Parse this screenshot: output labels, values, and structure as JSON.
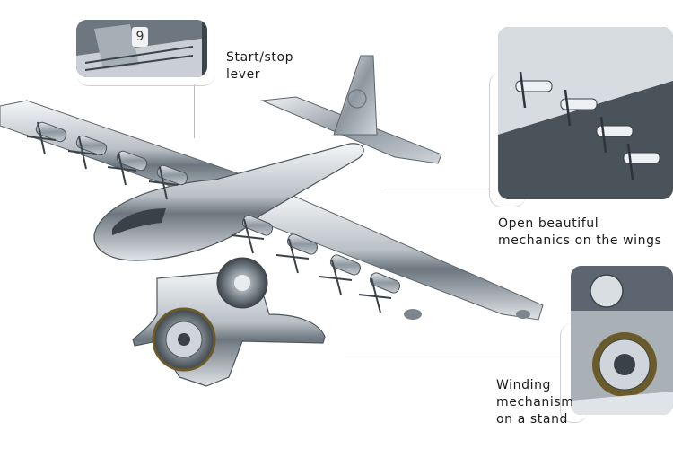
{
  "callouts": {
    "start_stop": {
      "label": "Start/stop\nlever"
    },
    "wings": {
      "label": "Open beautiful\nmechanics on the wings"
    },
    "winding": {
      "label": "Winding\nmechanism\non a stand"
    }
  },
  "inset_badge": {
    "text": "9"
  },
  "colors": {
    "background": "#ffffff",
    "text": "#1a1a1a",
    "metal_light": "#e8ecef",
    "metal_dark": "#4a525a",
    "connector": "#bdbdbd"
  }
}
